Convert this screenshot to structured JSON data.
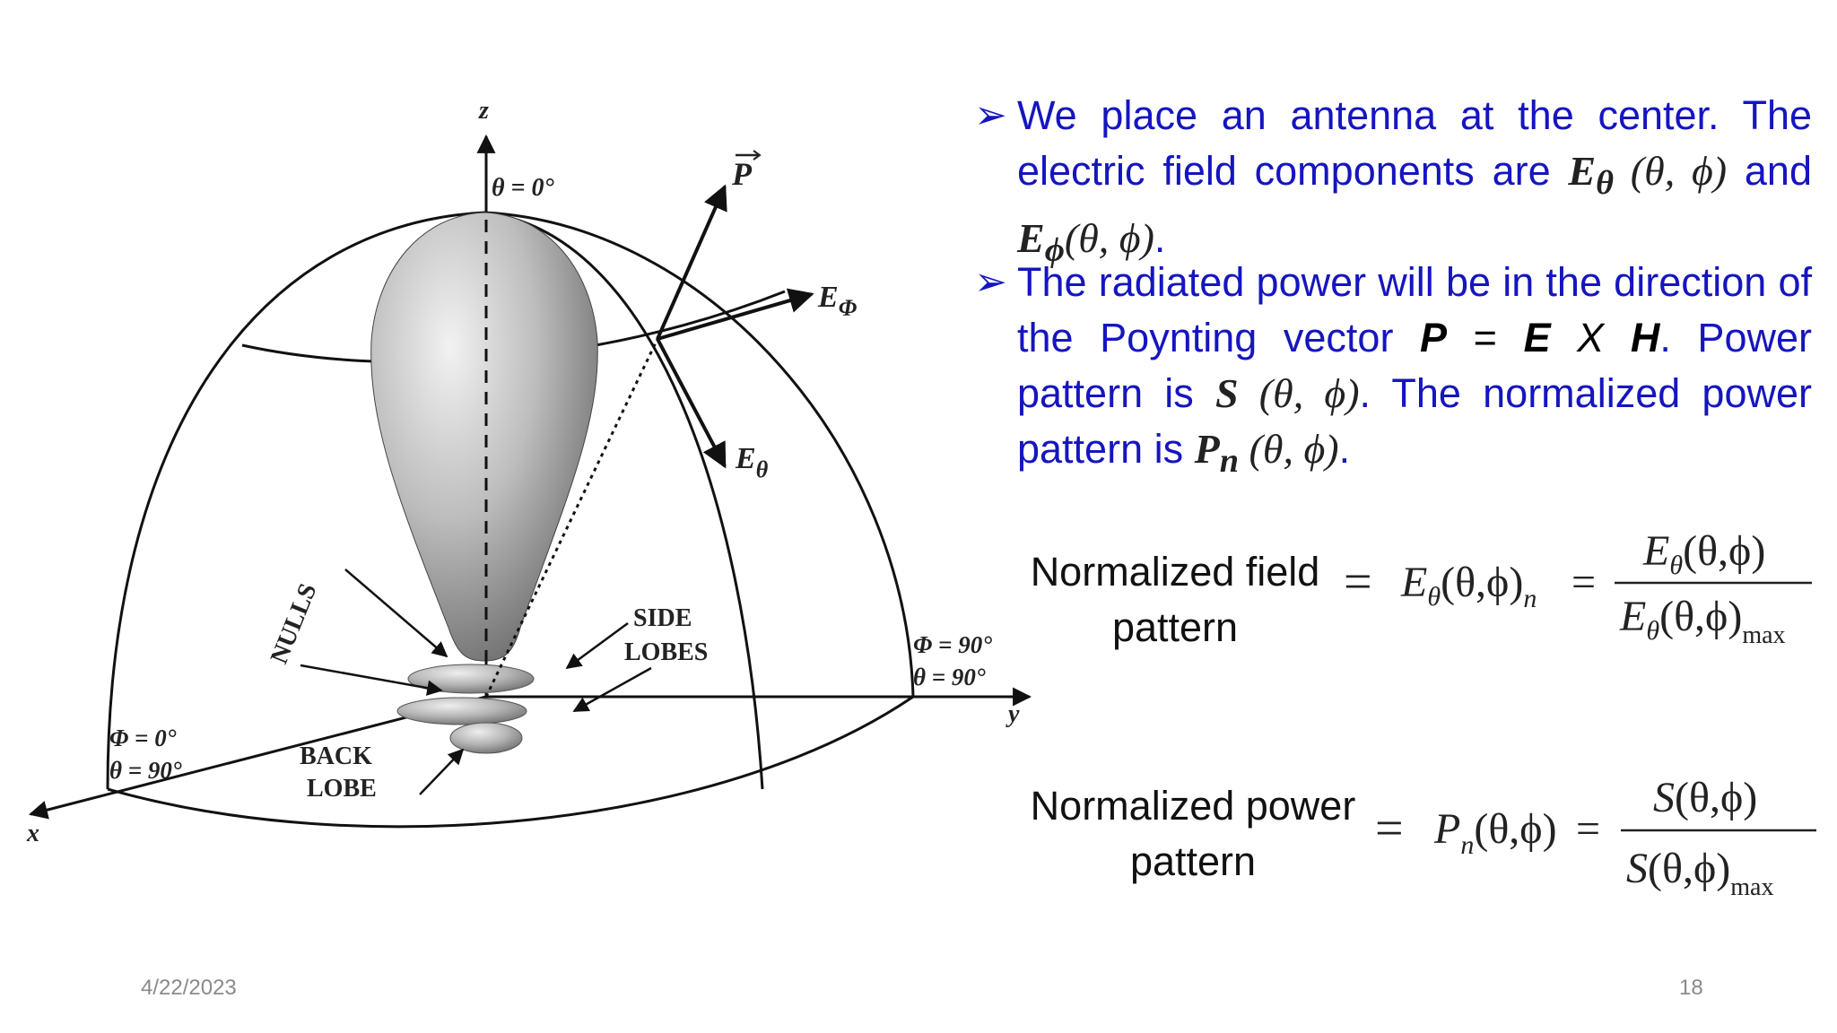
{
  "diagram": {
    "axes": {
      "x": "x",
      "y": "y",
      "z": "z"
    },
    "theta_zero": "θ = 0°",
    "poynting_label": "P",
    "e_phi_main": "E",
    "e_phi_sub": "Φ",
    "e_theta_main": "E",
    "e_theta_sub": "θ",
    "phi90_line1": "Φ = 90°",
    "phi90_line2": "θ = 90°",
    "phi0_line1": "Φ = 0°",
    "phi0_line2": "θ = 90°",
    "nulls": "NULLS",
    "side_lobes_1": "SIDE",
    "side_lobes_2": "LOBES",
    "back_lobe_1": "BACK",
    "back_lobe_2": "LOBE"
  },
  "bullets": {
    "b1_text1": "We place an antenna at the center. The electric field components are ",
    "b1_and": " and ",
    "b2_text1": "The radiated power will be in the direction of the Poynting vector ",
    "b2_p": "P",
    "b2_eq": " = ",
    "b2_e": "E",
    "b2_x": " X ",
    "b2_h": "H",
    "b2_text2": ". Power pattern is ",
    "b2_text3": " The normalized power pattern is "
  },
  "math": {
    "e": "E",
    "s": "S",
    "p": "P",
    "theta_sub": "θ",
    "phi_sub": "ϕ",
    "n_sub": "n",
    "args": "(θ, ϕ)",
    "args_spaced": "(θ,  ϕ)",
    "max_sub": "max"
  },
  "formulas": {
    "field_label_1": "Normalized field",
    "field_label_2": "pattern",
    "power_label_1": "Normalized power",
    "power_label_2": "pattern",
    "equals": "=",
    "arg": "(θ,ϕ)"
  },
  "footer": {
    "date": "4/22/2023",
    "page": "18"
  }
}
